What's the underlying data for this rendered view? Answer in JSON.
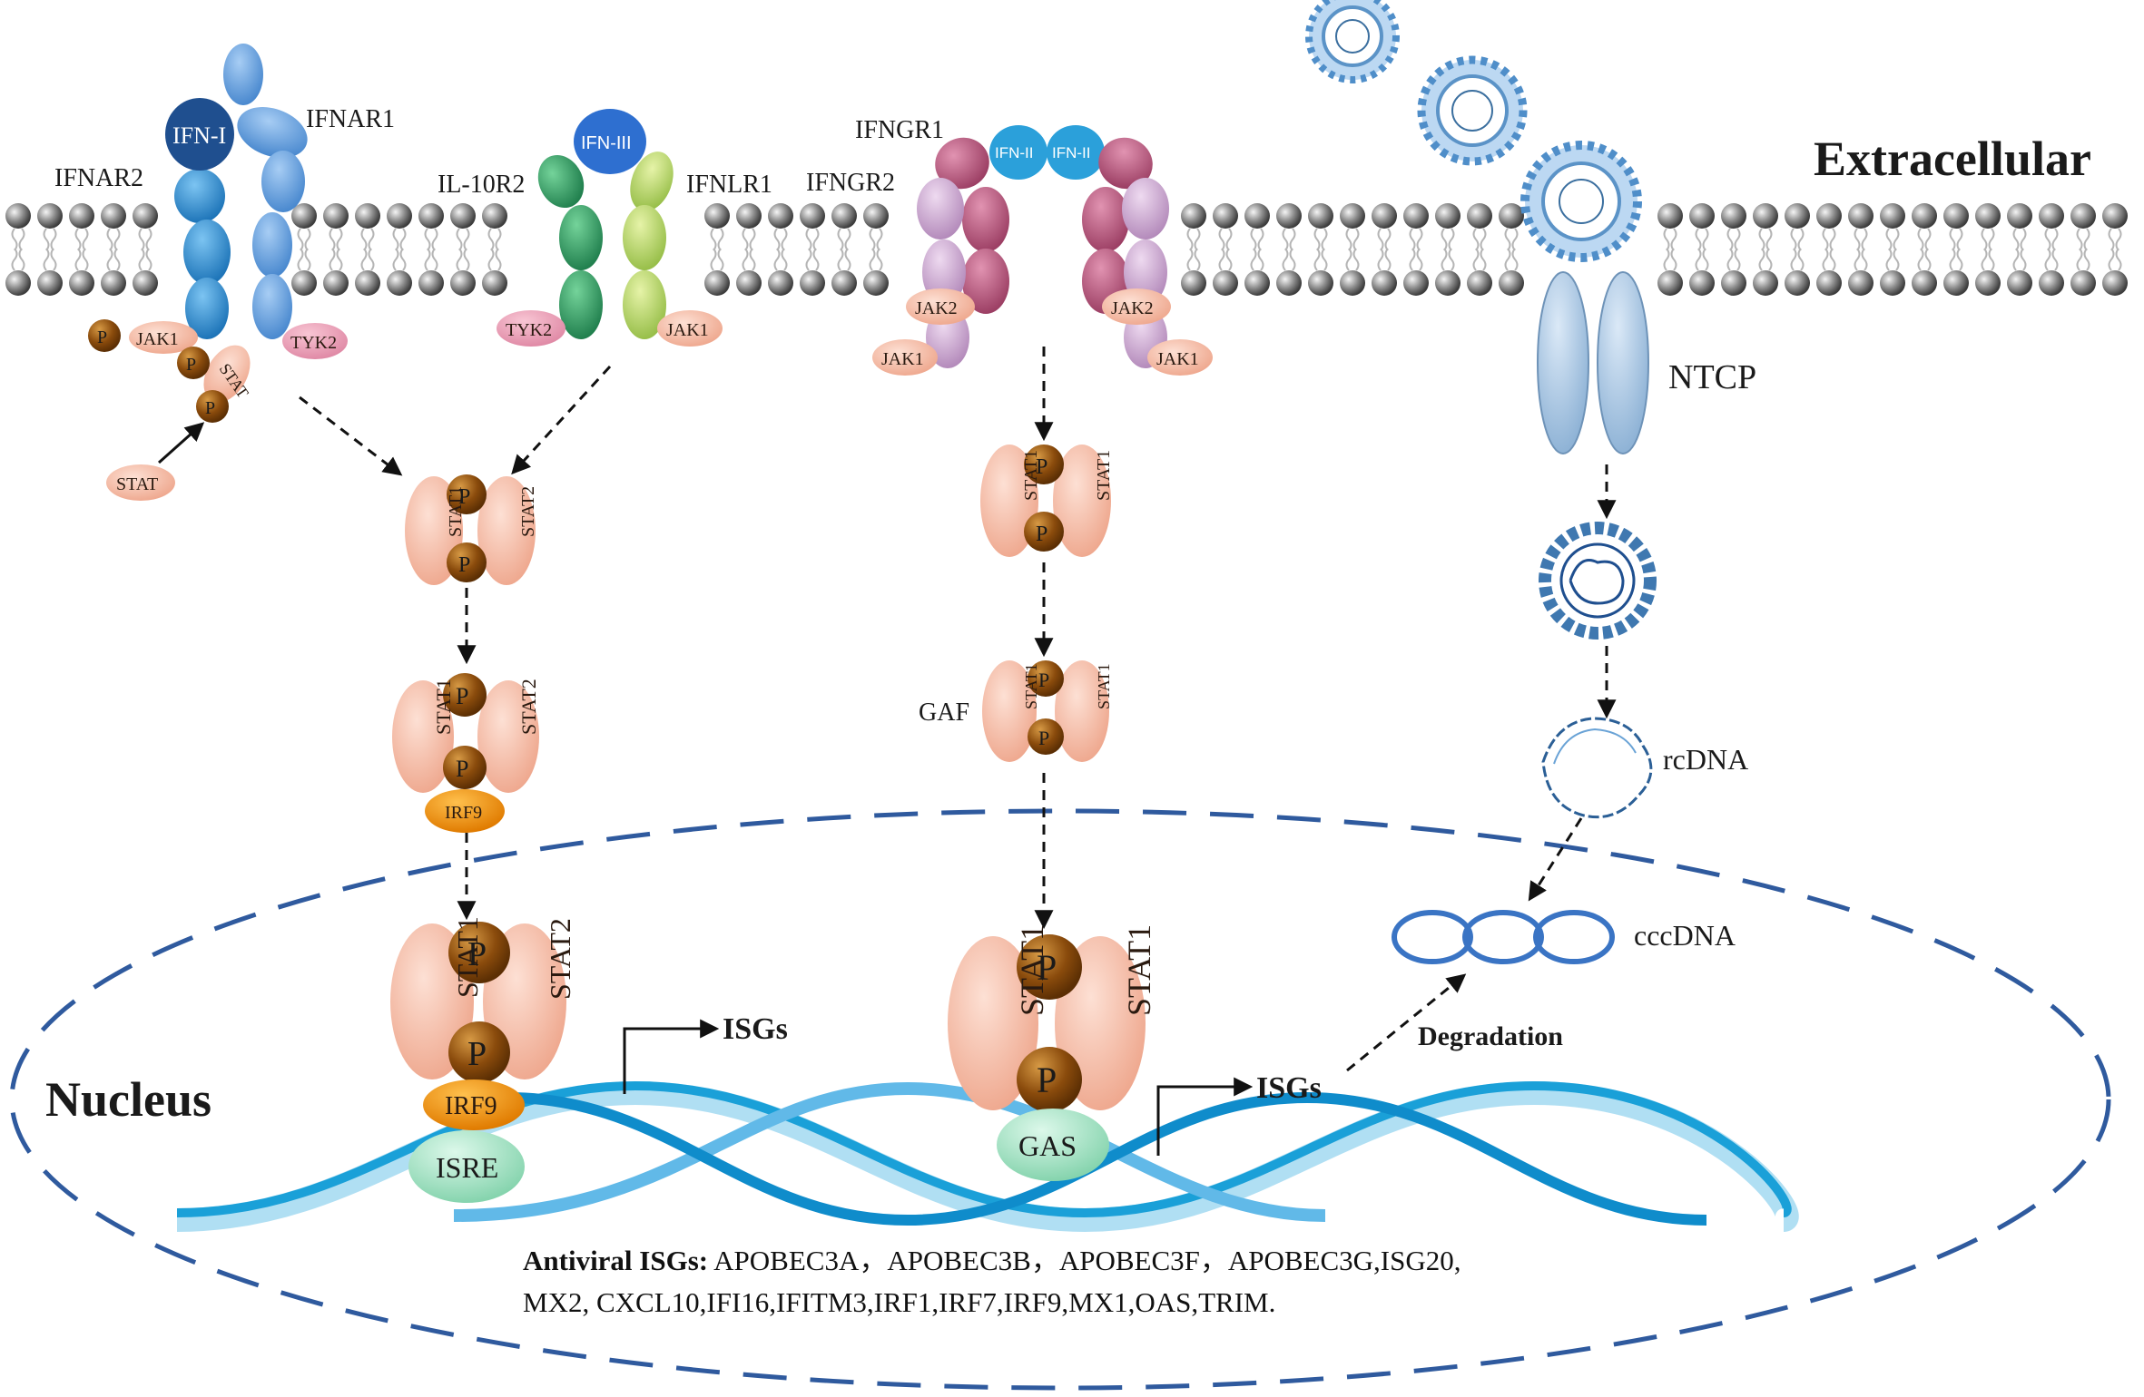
{
  "regions": {
    "extracellular": "Extracellular",
    "nucleus": "Nucleus"
  },
  "ligands": {
    "ifn_i": "IFN-I",
    "ifn_iii": "IFN-III",
    "ifn_ii": "IFN-II"
  },
  "receptors": {
    "ifnar1": "IFNAR1",
    "ifnar2": "IFNAR2",
    "il10r2": "IL-10R2",
    "ifnlr1": "IFNLR1",
    "ifngr1": "IFNGR1",
    "ifngr2": "IFNGR2",
    "ntcp": "NTCP"
  },
  "kinases": {
    "jak1": "JAK1",
    "jak2": "JAK2",
    "tyk2": "TYK2"
  },
  "proteins": {
    "stat": "STAT",
    "stat1": "STAT1",
    "stat2": "STAT2",
    "irf9": "IRF9",
    "p": "P",
    "gaf": "GAF"
  },
  "dna_elements": {
    "isre": "ISRE",
    "gas": "GAS"
  },
  "viral": {
    "rcdna": "rcDNA",
    "cccdna": "cccDNA",
    "degradation": "Degradation"
  },
  "outputs": {
    "isgs": "ISGs"
  },
  "antiviral": {
    "heading": "Antiviral ISGs:",
    "line1": " APOBEC3A，APOBEC3B，APOBEC3F，APOBEC3G,ISG20,",
    "line2": "MX2, CXCL10,IFI16,IFITM3,IRF1,IRF7,IRF9,MX1,OAS,TRIM."
  },
  "colors": {
    "ifnar_blue": "#2e8fd6",
    "ifnar1_blue": "#5aa2e0",
    "ifn_i_dark": "#1f4f8f",
    "il10r2_green": "#3a9f6a",
    "ifnlr1_lime": "#b5d36a",
    "ifngr1_rose": "#b75b7e",
    "ifngr2_lilac": "#c9a6cf",
    "stat_salmon": "#f2b6a0",
    "phospho_brown": "#8a4b0c",
    "irf9_orange": "#f28c00",
    "isre_green": "#9fe0c0",
    "dna_blue": "#1aa0d8",
    "nucleus_border": "#2f5a9e",
    "membrane_gray": "#8a8a8a"
  }
}
